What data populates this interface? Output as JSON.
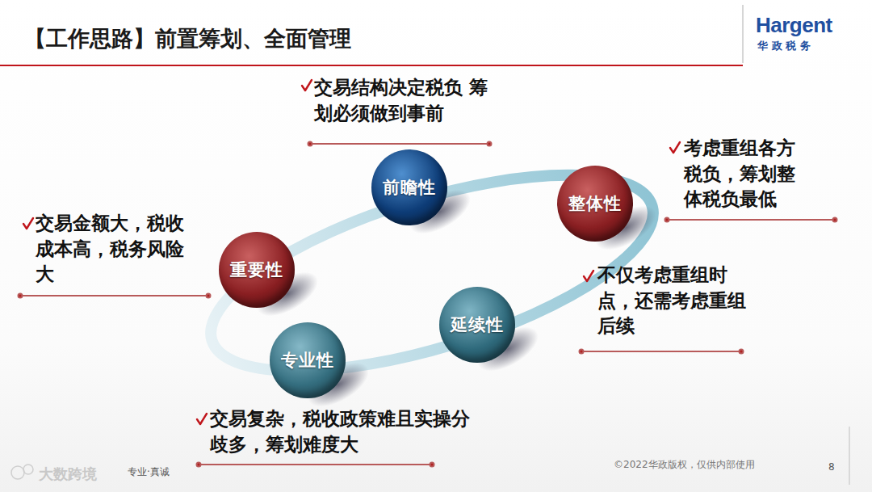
{
  "diagram": {
    "title": "【工作思路】前置筹划、全面管理",
    "nodes": [
      {
        "text": [
          "前瞻性"
        ]
      },
      {
        "text": [
          "整体性"
        ]
      },
      {
        "text": [
          "重要性"
        ]
      },
      {
        "text": [
          "延续性"
        ]
      },
      {
        "text": [
          "专业性"
        ]
      }
    ],
    "labels": [
      "Hargent",
      "华 政 税 务",
      "交易结构决定税负 筹划必须做到事前",
      "考虑重组各方税负，筹划整体税负最低",
      "交易金额大，税收成本高，税务风险大",
      "不仅考虑重组时点，还需考虑重组后续",
      "交易复杂，税收政策难且实操分歧多，筹划难度大",
      "大数跨境",
      "专业·真诚",
      "©2022华政版权，仅供内部使用",
      "8"
    ]
  }
}
